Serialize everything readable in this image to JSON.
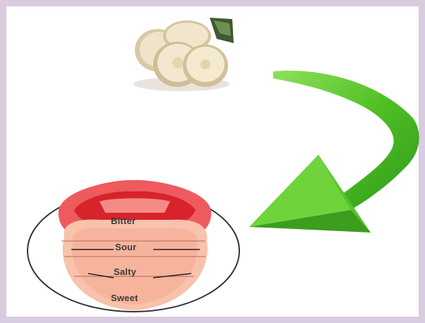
{
  "taste_zones": {
    "bitter": "Bitter",
    "sour": "Sour",
    "salty": "Salty",
    "sweet": "Sweet"
  },
  "colors": {
    "page_border": "#d9cbe0",
    "background": "#ffffff",
    "arrow_green": "#5cc62a",
    "tongue_red": "#e8343a",
    "tongue_pink": "#f7b9a4",
    "slice_cream": "#eee3c8"
  },
  "icons": {
    "food": "root-slices-image",
    "flow": "curved-arrow-icon",
    "diagram": "tongue-taste-map"
  }
}
